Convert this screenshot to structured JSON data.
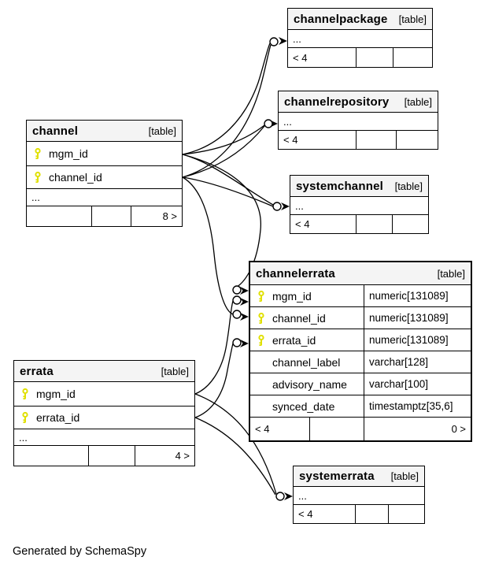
{
  "diagram_title": "SchemaSpy table relationships diagram",
  "footer": {
    "note": "Generated by SchemaSpy"
  },
  "colors": {
    "key_icon": "#e0e000",
    "header_bg": "#f4f4f4",
    "line": "#000000",
    "table_bg": "#ffffff"
  },
  "tables": {
    "channel": {
      "title": "channel",
      "tag": "[table]",
      "rows": [
        {
          "key": "primary-key",
          "name": "mgm_id"
        },
        {
          "key": "primary-key",
          "name": "channel_id"
        }
      ],
      "more": "...",
      "deg_left": "",
      "deg_mid": "",
      "deg_right": "8 >"
    },
    "errata": {
      "title": "errata",
      "tag": "[table]",
      "rows": [
        {
          "key": "primary-key",
          "name": "mgm_id"
        },
        {
          "key": "primary-key",
          "name": "errata_id"
        }
      ],
      "more": "...",
      "deg_left": "",
      "deg_mid": "",
      "deg_right": "4 >"
    },
    "channelpackage": {
      "title": "channelpackage",
      "tag": "[table]",
      "more": "...",
      "deg_left": "< 4",
      "deg_mid": "",
      "deg_right": ""
    },
    "channelrepository": {
      "title": "channelrepository",
      "tag": "[table]",
      "more": "...",
      "deg_left": "< 4",
      "deg_mid": "",
      "deg_right": ""
    },
    "systemchannel": {
      "title": "systemchannel",
      "tag": "[table]",
      "more": "...",
      "deg_left": "< 4",
      "deg_mid": "",
      "deg_right": ""
    },
    "systemerrata": {
      "title": "systemerrata",
      "tag": "[table]",
      "more": "...",
      "deg_left": "< 4",
      "deg_mid": "",
      "deg_right": ""
    },
    "channelerrata": {
      "title": "channelerrata",
      "tag": "[table]",
      "rows": [
        {
          "key": "primary-key",
          "name": "mgm_id",
          "type": "numeric[131089]"
        },
        {
          "key": "primary-key",
          "name": "channel_id",
          "type": "numeric[131089]"
        },
        {
          "key": "primary-key",
          "name": "errata_id",
          "type": "numeric[131089]"
        },
        {
          "key": "",
          "name": "channel_label",
          "type": "varchar[128]"
        },
        {
          "key": "",
          "name": "advisory_name",
          "type": "varchar[100]"
        },
        {
          "key": "",
          "name": "synced_date",
          "type": "timestamptz[35,6]"
        }
      ],
      "deg_left": "< 4",
      "deg_mid": "",
      "deg_right": "0 >"
    }
  },
  "relationships": [
    {
      "from": "channel.mgm_id",
      "to": "channelpackage"
    },
    {
      "from": "channel.channel_id",
      "to": "channelpackage"
    },
    {
      "from": "channel.mgm_id",
      "to": "channelrepository"
    },
    {
      "from": "channel.channel_id",
      "to": "channelrepository"
    },
    {
      "from": "channel.mgm_id",
      "to": "systemchannel"
    },
    {
      "from": "channel.channel_id",
      "to": "systemchannel"
    },
    {
      "from": "channel.mgm_id",
      "to": "channelerrata.mgm_id"
    },
    {
      "from": "channel.channel_id",
      "to": "channelerrata.channel_id"
    },
    {
      "from": "errata.mgm_id",
      "to": "channelerrata.mgm_id"
    },
    {
      "from": "errata.errata_id",
      "to": "channelerrata.errata_id"
    },
    {
      "from": "errata.mgm_id",
      "to": "systemerrata"
    },
    {
      "from": "errata.errata_id",
      "to": "systemerrata"
    }
  ]
}
